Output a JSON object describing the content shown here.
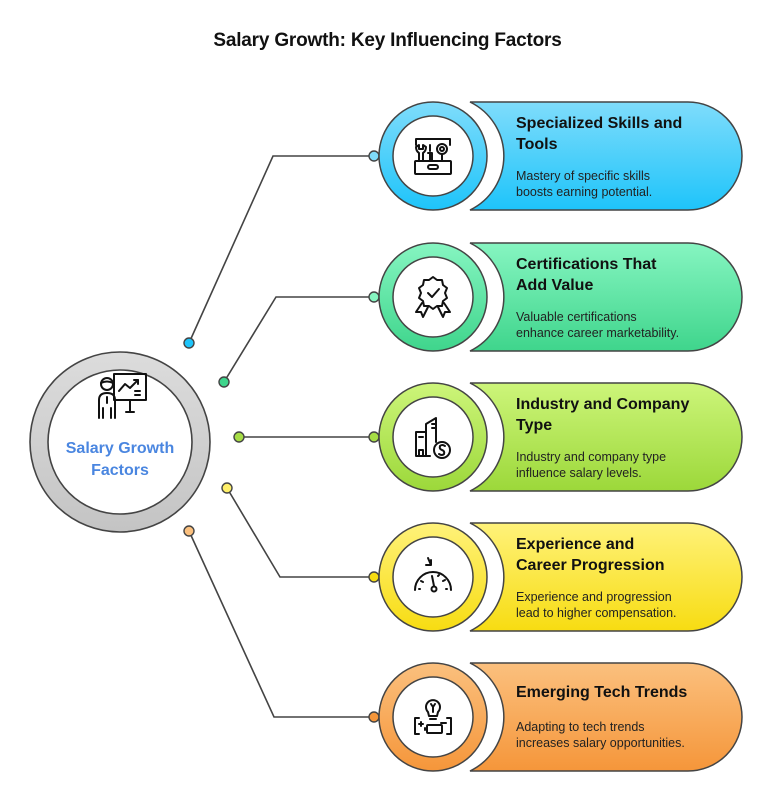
{
  "title": "Salary Growth: Key Influencing Factors",
  "hub": {
    "label_line1": "Salary Growth",
    "label_line2": "Factors",
    "icon": "presenter-chart-icon",
    "ring_color": "#cfcfcf",
    "text_color": "#4a86e0"
  },
  "factors": [
    {
      "heading_line1": "Specialized Skills and",
      "heading_line2": "Tools",
      "desc_line1": "Mastery of specific skills",
      "desc_line2": "boosts earning potential.",
      "icon": "toolbox-icon",
      "color_top": "#7fdcfb",
      "color_bottom": "#1ec4fa",
      "dot_color": "#1ec4fa"
    },
    {
      "heading_line1": "Certifications That",
      "heading_line2": "Add Value",
      "desc_line1": "Valuable certifications",
      "desc_line2": "enhance career marketability.",
      "icon": "award-badge-icon",
      "color_top": "#86f5c1",
      "color_bottom": "#3fd58c",
      "dot_color": "#3fd58c"
    },
    {
      "heading_line1": "Industry and Company",
      "heading_line2": "Type",
      "desc_line1": "Industry and company type",
      "desc_line2": "influence salary levels.",
      "icon": "buildings-dollar-icon",
      "color_top": "#cdf57a",
      "color_bottom": "#9cd83a",
      "dot_color": "#a6dd45"
    },
    {
      "heading_line1": "Experience and",
      "heading_line2": "Career Progression",
      "desc_line1": "Experience and progression",
      "desc_line2": "lead to higher compensation.",
      "icon": "gauge-icon",
      "color_top": "#fff27a",
      "color_bottom": "#f7dc12",
      "dot_color": "#f7e232"
    },
    {
      "heading_line1": "Emerging Tech Trends",
      "heading_line2": "",
      "desc_line1": "Adapting to tech trends",
      "desc_line2": "increases salary opportunities.",
      "icon": "lightbulb-battery-icon",
      "color_top": "#fbc07e",
      "color_bottom": "#f5963a",
      "dot_color": "#f5963a"
    }
  ]
}
